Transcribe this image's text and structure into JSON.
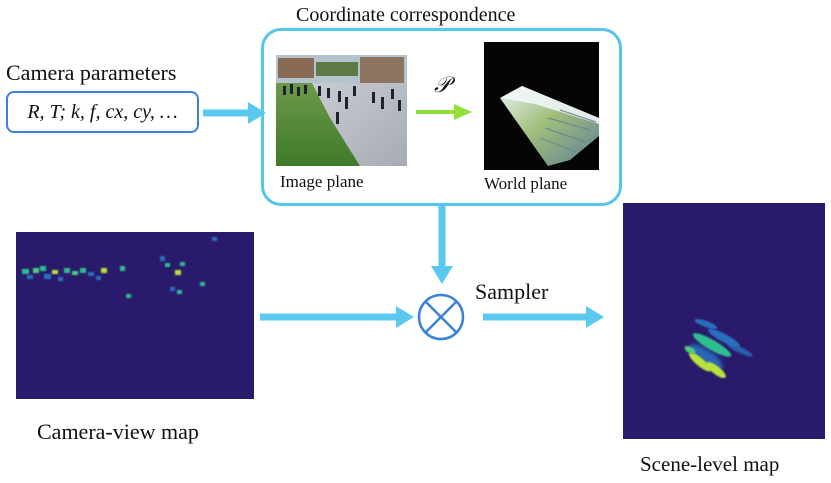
{
  "coordinate_title": "Coordinate correspondence",
  "camera_parameters": {
    "title": "Camera parameters",
    "values": "R, T; k, f, cx, cy, …"
  },
  "image_plane_label": "Image plane",
  "world_plane_label": "World plane",
  "projection_symbol": "𝒫",
  "sampler_label": "Sampler",
  "camera_view_map_label": "Camera-view map",
  "scene_level_map_label": "Scene-level map",
  "colors": {
    "arrow": "#5bc8f0",
    "projection_arrow": "#8fe03a",
    "param_border": "#3b82d6",
    "coord_border": "#56c5ee",
    "map_background": "#2a1a6b",
    "heat_high": "#b9e23b",
    "heat_mid": "#2fbf8f",
    "heat_low": "#2c6fbf"
  }
}
